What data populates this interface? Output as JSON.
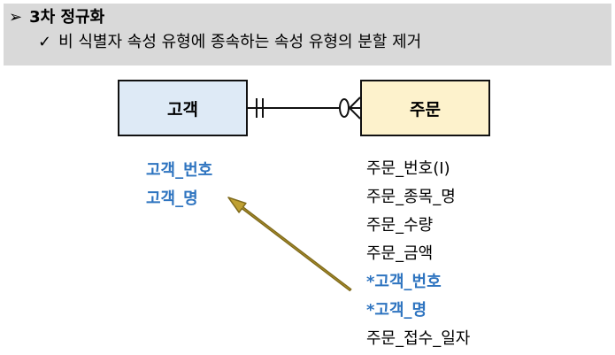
{
  "header": {
    "bullet1": "➢",
    "title": "3차 정규화",
    "bullet2": "✓",
    "subtitle": "비 식별자 속성 유형에 종속하는 속성 유형의 분할 제거"
  },
  "entities": {
    "customer": {
      "name": "고객",
      "attributes": [
        {
          "text": "고객_번호"
        },
        {
          "text": "고객_명"
        }
      ]
    },
    "order": {
      "name": "주문",
      "attributes": [
        {
          "text": "주문_번호(I)",
          "fk": false
        },
        {
          "text": "주문_종목_명",
          "fk": false
        },
        {
          "text": "주문_수량",
          "fk": false
        },
        {
          "text": "주문_금액",
          "fk": false
        },
        {
          "text": "*고객_번호",
          "fk": true
        },
        {
          "text": "*고객_명",
          "fk": true
        },
        {
          "text": "주문_접수_일자",
          "fk": false
        }
      ]
    }
  },
  "colors": {
    "header_bg": "#d9d9d9",
    "customer_fill": "#deeaf6",
    "order_fill": "#fdf2cc",
    "key_text": "#2e74c0",
    "arrow": "#bfa032"
  }
}
